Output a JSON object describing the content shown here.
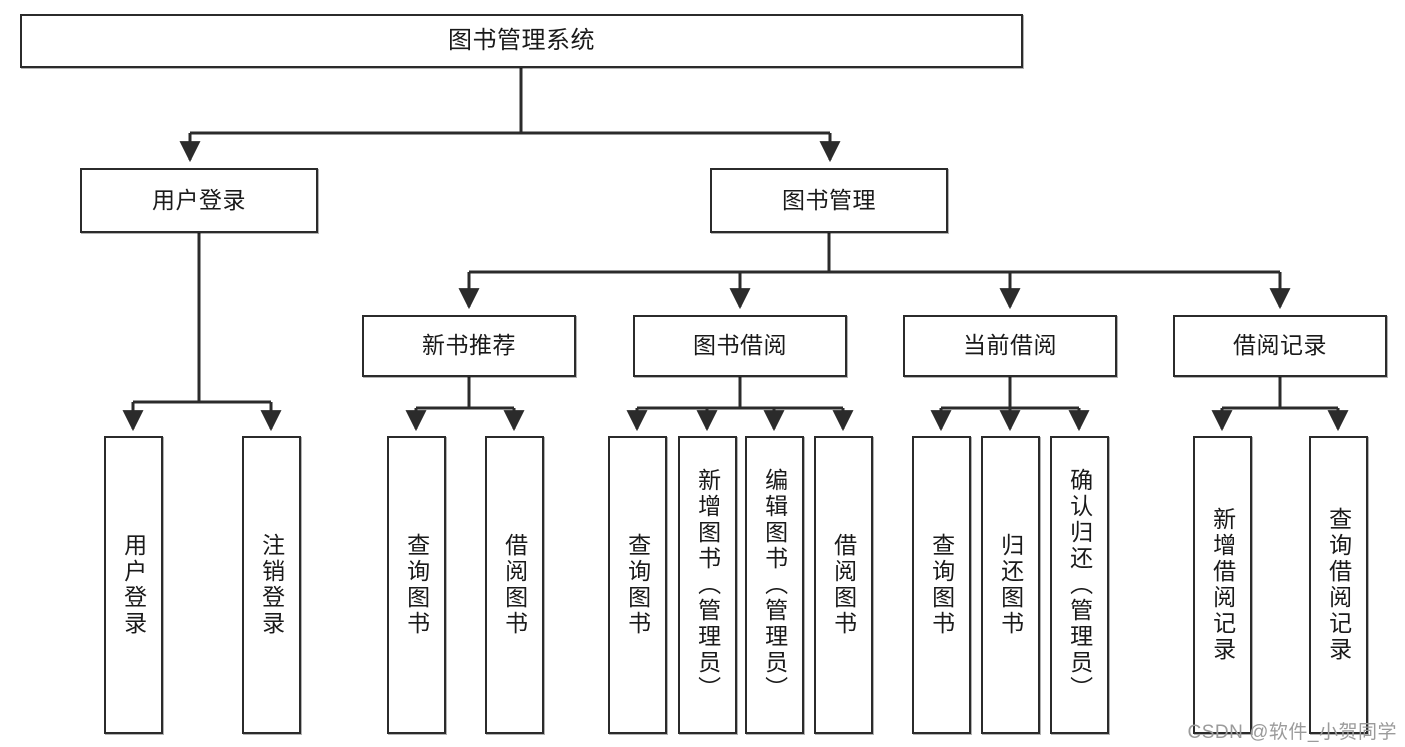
{
  "diagram": {
    "title": "图书管理系统",
    "type": "tree",
    "watermark": "CSDN @软件_小贺同学",
    "colors": {
      "box_border": "#2b2b2b",
      "box_fill": "#ffffff",
      "edge": "#2b2b2b",
      "text": "#1a1a1a",
      "watermark": "#9b9b9b"
    },
    "nodes": {
      "root": {
        "label": "图书管理系统"
      },
      "level2": [
        {
          "id": "user-login",
          "label": "用户登录"
        },
        {
          "id": "book-manage",
          "label": "图书管理"
        }
      ],
      "level3": [
        {
          "id": "new-book-recommend",
          "label": "新书推荐"
        },
        {
          "id": "book-borrow",
          "label": "图书借阅"
        },
        {
          "id": "current-borrow",
          "label": "当前借阅"
        },
        {
          "id": "borrow-record",
          "label": "借阅记录"
        }
      ],
      "leaves": {
        "user-login": [
          {
            "id": "leaf-user-login",
            "label": "用户登录"
          },
          {
            "id": "leaf-logout-login",
            "label": "注销登录"
          }
        ],
        "new-book-recommend": [
          {
            "id": "leaf-query-book-1",
            "label": "查询图书"
          },
          {
            "id": "leaf-borrow-book-1",
            "label": "借阅图书"
          }
        ],
        "book-borrow": [
          {
            "id": "leaf-query-book-2",
            "label": "查询图书"
          },
          {
            "id": "leaf-add-book",
            "label": "新增图书（管理员）"
          },
          {
            "id": "leaf-edit-book",
            "label": "编辑图书（管理员）"
          },
          {
            "id": "leaf-borrow-book-2",
            "label": "借阅图书"
          }
        ],
        "current-borrow": [
          {
            "id": "leaf-query-book-3",
            "label": "查询图书"
          },
          {
            "id": "leaf-return-book",
            "label": "归还图书"
          },
          {
            "id": "leaf-confirm-return",
            "label": "确认归还（管理员）"
          }
        ],
        "borrow-record": [
          {
            "id": "leaf-add-record",
            "label": "新增借阅记录"
          },
          {
            "id": "leaf-query-record",
            "label": "查询借阅记录"
          }
        ]
      }
    }
  }
}
